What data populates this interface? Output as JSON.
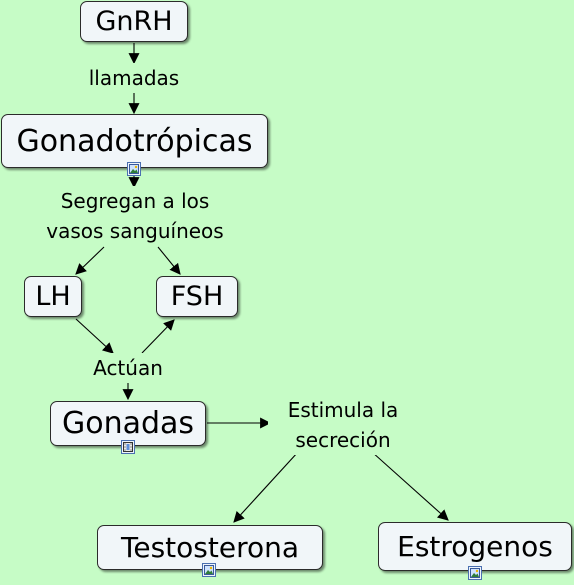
{
  "concepts": {
    "gnrh": "GnRH",
    "gonadotropicas": "Gonadotrópicas",
    "lh": "LH",
    "fsh": "FSH",
    "gonadas": "Gonadas",
    "testosterona": "Testosterona",
    "estrogenos": "Estrogenos"
  },
  "linking_phrases": {
    "llamadas": "llamadas",
    "segregan_line1": "Segregan a los",
    "segregan_line2": "vasos sanguíneos",
    "actuan": "Actúan",
    "estimula_line1": "Estimula la",
    "estimula_line2": "secreción"
  },
  "resource_icons": {
    "gonadotropicas": "image-icon",
    "gonadas": "video-icon",
    "testosterona": "image-icon",
    "estrogenos": "image-icon"
  },
  "colors": {
    "background": "#c6fcc6",
    "node_fill": "#f1f6f9",
    "node_border": "#2b2b2b",
    "connector": "#000000"
  }
}
